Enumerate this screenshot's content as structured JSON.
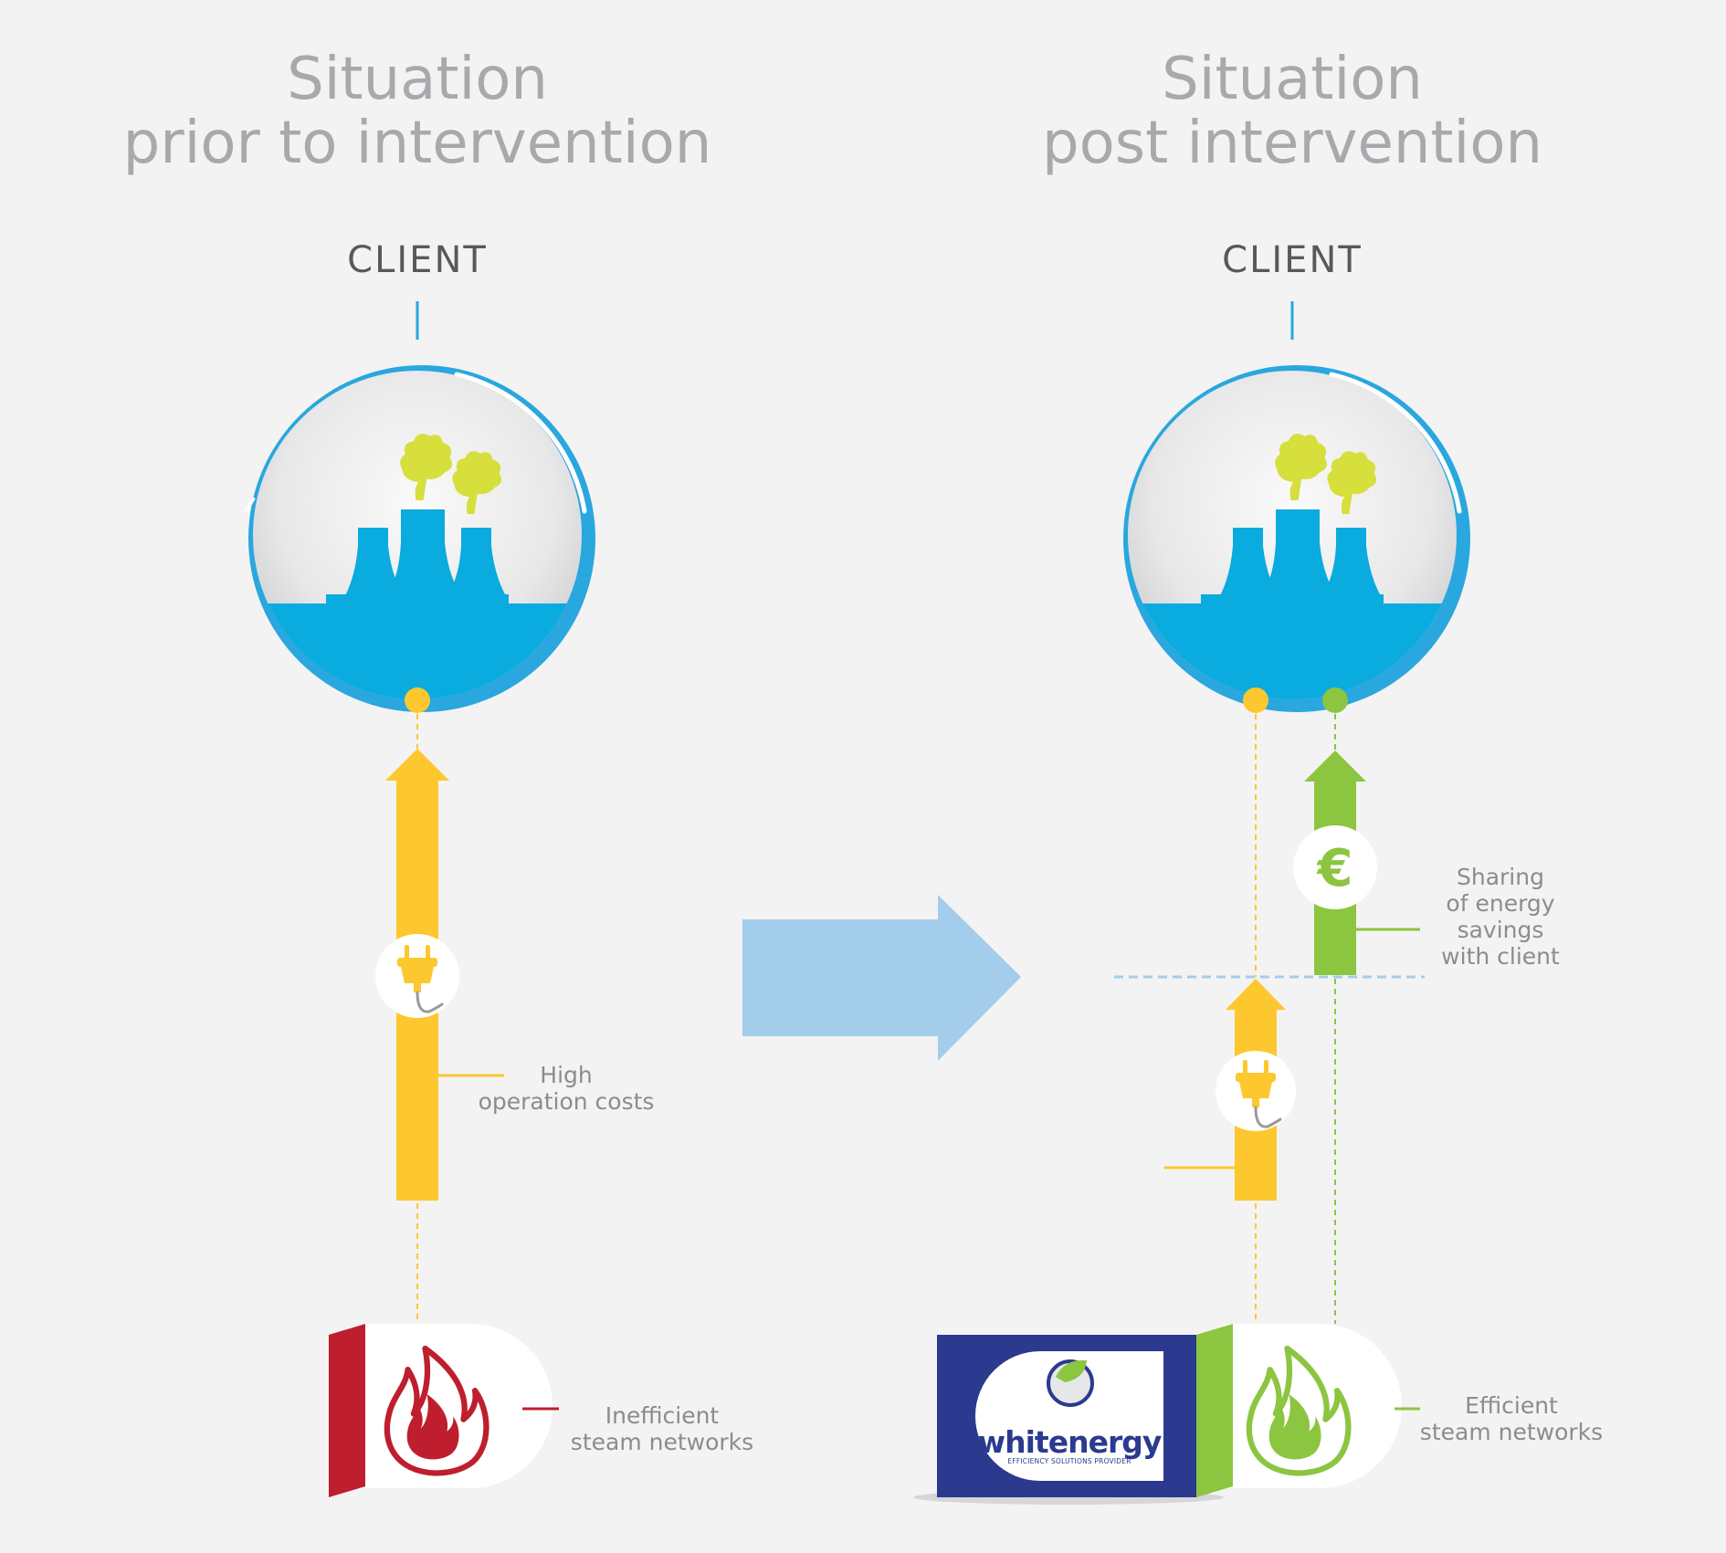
{
  "titles": {
    "before": {
      "line1": "Situation",
      "line2": "prior to intervention"
    },
    "after": {
      "line1": "Situation",
      "line2": "post intervention"
    }
  },
  "client_label": "CLIENT",
  "annotations": {
    "high_costs": {
      "line1": "High",
      "line2": "operation costs"
    },
    "inefficient": {
      "line1": "Inefficient",
      "line2": "steam networks"
    },
    "efficient": {
      "line1": "Efficient",
      "line2": "steam networks"
    },
    "sharing": {
      "line1": "Sharing",
      "line2": "of energy",
      "line3": "savings",
      "line4": "with client"
    }
  },
  "logo": {
    "name": "whitenergy",
    "tagline": "EFFICIENCY SOLUTIONS PROVIDER"
  },
  "euro_symbol": "€",
  "colors": {
    "background": "#f3f3f3",
    "client_blue": "#0aabdf",
    "ring_blue": "#29a7de",
    "cost_yellow": "#fdc82f",
    "savings_green": "#8cc540",
    "smoke_green": "#d6df3c",
    "flame_red": "#be1e2d",
    "transition_arrow": "#a3cdeb",
    "whitenergy_navy": "#2b3a8f",
    "title_grey": "#a7a9ac"
  }
}
